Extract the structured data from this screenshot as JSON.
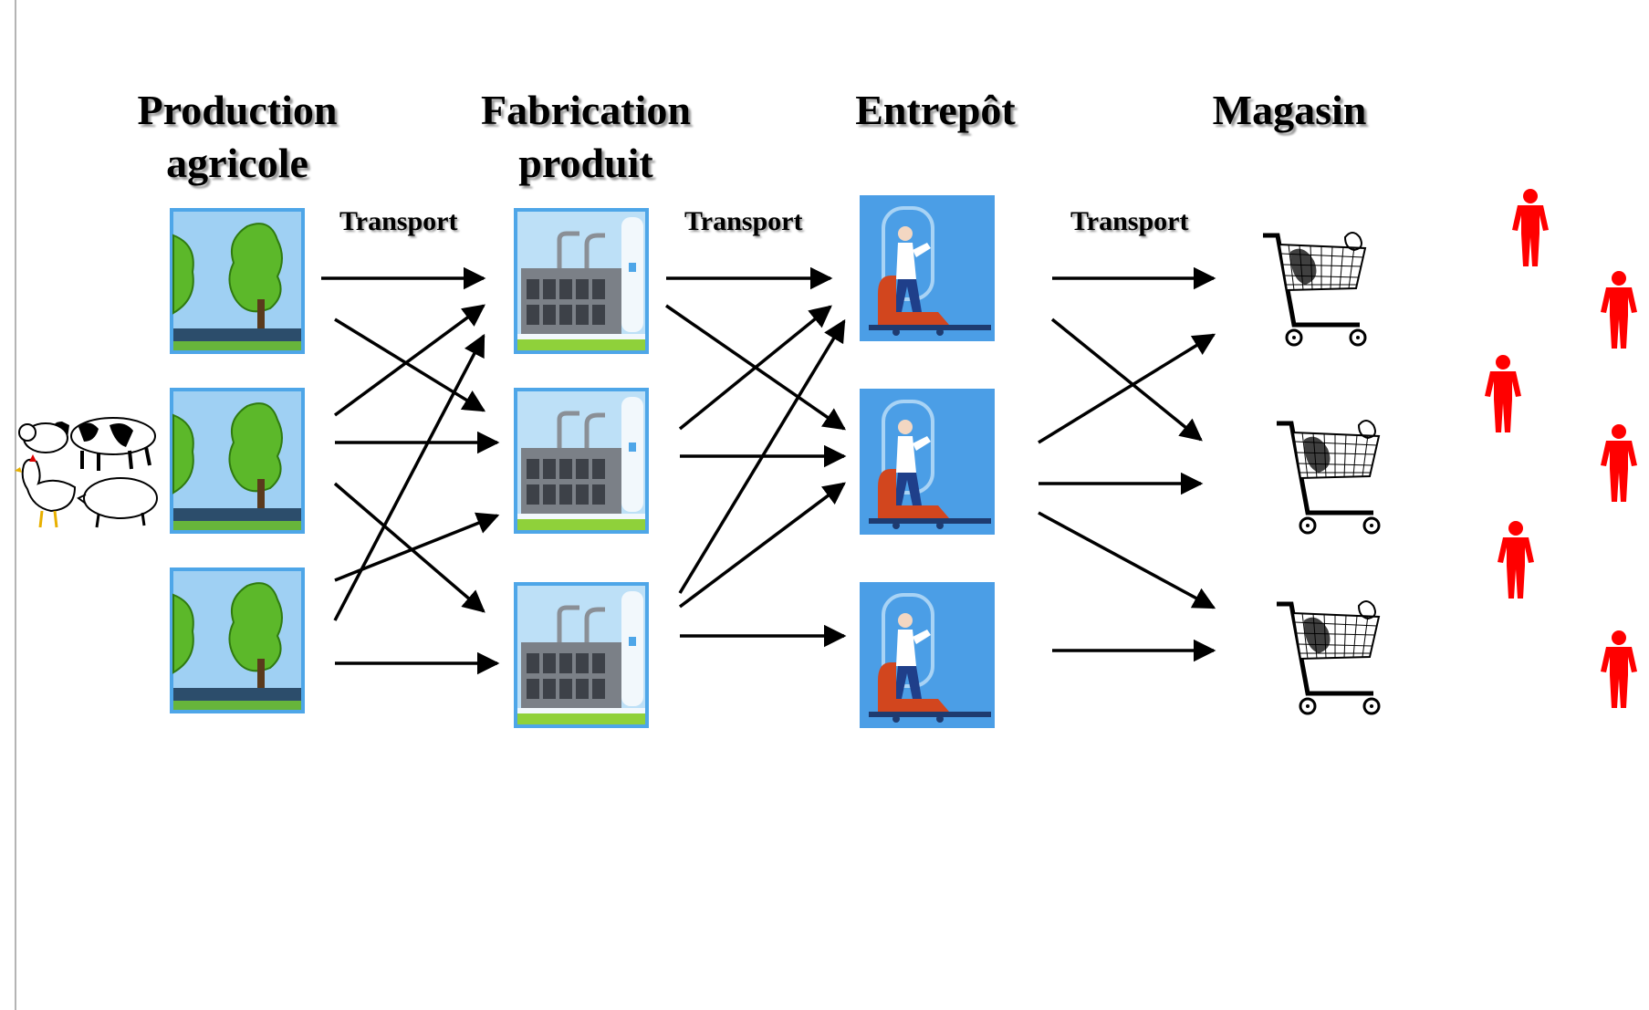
{
  "stages": {
    "production": {
      "line1": "Production",
      "line2": "agricole"
    },
    "fabrication": {
      "line1": "Fabrication",
      "line2": "produit"
    },
    "entrepot": {
      "line1": "Entrepôt",
      "line2": ""
    },
    "magasin": {
      "line1": "Magasin",
      "line2": ""
    }
  },
  "transport_labels": [
    "Transport",
    "Transport",
    "Transport"
  ],
  "icons": {
    "farm": "tree-field-icon",
    "factory": "factory-icon",
    "warehouse": "forklift-worker-icon",
    "store": "shopping-cart-icon",
    "consumer": "person-icon",
    "livestock": "livestock-icon"
  },
  "colors": {
    "sky": "#9fd0f3",
    "tree": "#5cb82a",
    "tile_border": "#4ea6e8",
    "warehouse_bg": "#4b9ee6",
    "forklift": "#d2461e",
    "consumer": "#ff0000",
    "arrow": "#000000"
  }
}
